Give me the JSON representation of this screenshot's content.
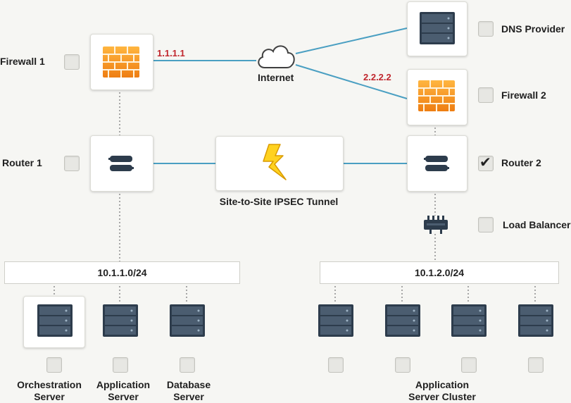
{
  "nodes": {
    "firewall1": {
      "label": "Firewall 1",
      "ip": "1.1.1.1",
      "checked": false
    },
    "router1": {
      "label": "Router 1",
      "checked": false
    },
    "internet": {
      "label": "Internet"
    },
    "dns": {
      "label": "DNS Provider",
      "checked": false
    },
    "firewall2": {
      "label": "Firewall 2",
      "ip": "2.2.2.2",
      "checked": false
    },
    "router2": {
      "label": "Router 2",
      "checked": true
    },
    "load_balancer": {
      "label": "Load Balancer",
      "checked": false
    },
    "tunnel": {
      "label": "Site-to-Site IPSEC Tunnel"
    }
  },
  "subnets": {
    "left": "10.1.1.0/24",
    "right": "10.1.2.0/24"
  },
  "servers": {
    "orchestration": {
      "line1": "Orchestration",
      "line2": "Server",
      "checked": false
    },
    "application": {
      "line1": "Application",
      "line2": "Server",
      "checked": false
    },
    "database": {
      "line1": "Database",
      "line2": "Server",
      "checked": false
    },
    "cluster": {
      "line1": "Application",
      "line2": "Server Cluster",
      "checked": [
        false,
        false,
        false,
        false
      ]
    }
  },
  "colors": {
    "link": "#4a9fc2",
    "dotted": "#a6a6a6",
    "ip_text": "#c0262d",
    "firewall": "#f39a22",
    "server": "#2d3c4c",
    "bolt": "#ffd21f"
  },
  "icons": {
    "firewall": "brick-wall-icon",
    "router": "router-icon",
    "cloud": "cloud-icon",
    "server": "server-rack-icon",
    "tunnel": "lightning-bolt-icon",
    "load_balancer": "load-balancer-icon",
    "check": "checkmark-icon"
  }
}
